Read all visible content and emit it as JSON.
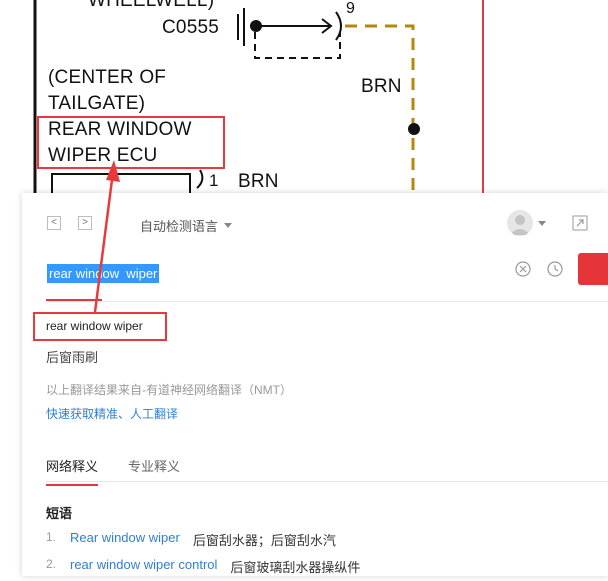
{
  "diagram": {
    "labels": {
      "wheelwell": "WHEELWELL)",
      "connector": "C0555",
      "pin_9": "9",
      "brn_1": "BRN",
      "center_line1": "(CENTER OF",
      "center_line2": "TAILGATE)",
      "ecu_line1": "REAR WINDOW",
      "ecu_line2": "WIPER ECU",
      "pin_1": "1",
      "brn_2": "BRN"
    },
    "colors": {
      "wire": "#b8860b",
      "frame": "#e8393f",
      "ink": "#111111"
    }
  },
  "translator": {
    "nav_back": "<",
    "nav_forward": ">",
    "language_select": "自动检测语言",
    "query": "rear window  wiper",
    "source_word": "rear window wiper",
    "translation": "后窗雨刷",
    "nmt_note": "以上翻译结果来自-有道神经网络翻译（NMT）",
    "quick_link": "快速获取精准、人工翻译",
    "tabs": [
      {
        "label": "网络释义",
        "active": true
      },
      {
        "label": "专业释义",
        "active": false
      }
    ],
    "section_title": "短语",
    "phrases": [
      {
        "num": "1.",
        "en": "Rear window wiper",
        "zh": "后窗刮水器；后窗刮水汽"
      },
      {
        "num": "2.",
        "en": "rear window wiper control",
        "zh": "后窗玻璃刮水器操纵件"
      }
    ],
    "icons": {
      "avatar": "user-avatar-icon",
      "expand": "expand-icon",
      "clear": "clear-circle-icon",
      "history": "clock-history-icon"
    },
    "colors": {
      "accent": "#e5353b",
      "link": "#2f7fd3",
      "selection": "#3399ff"
    }
  }
}
